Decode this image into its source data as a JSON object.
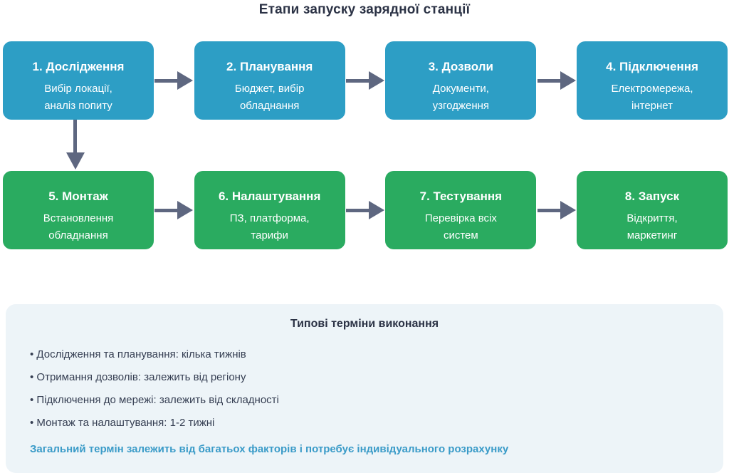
{
  "page": {
    "title": "Етапи запуску зарядної станції"
  },
  "flow": {
    "rows": [
      {
        "steps": [
          {
            "title": "1. Дослідження",
            "subtitle": "Вибір локації,\nаналіз попиту"
          },
          {
            "title": "2. Планування",
            "subtitle": "Бюджет, вибір\nобладнання"
          },
          {
            "title": "3. Дозволи",
            "subtitle": "Документи,\nузгодження"
          },
          {
            "title": "4. Підключення",
            "subtitle": "Електромережа,\nінтернет"
          }
        ]
      },
      {
        "steps": [
          {
            "title": "5. Монтаж",
            "subtitle": "Встановлення\nобладнання"
          },
          {
            "title": "6. Налаштування",
            "subtitle": "ПЗ, платформа,\nтарифи"
          },
          {
            "title": "7. Тестування",
            "subtitle": "Перевірка всіх\nсистем"
          },
          {
            "title": "8. Запуск",
            "subtitle": "Відкриття,\nмаркетинг"
          }
        ]
      }
    ]
  },
  "timeline_panel": {
    "title": "Типові терміни виконання",
    "bullets": [
      "Дослідження та планування: кілька тижнів",
      "Отримання дозволів: залежить від регіону",
      "Підключення до мережі: залежить від складності",
      "Монтаж та налаштування: 1-2 тижні"
    ],
    "note": "Загальний термін залежить від багатьох факторів і потребує індивідуального розрахунку"
  },
  "colors": {
    "stage_blue": "#2d9ec5",
    "stage_green": "#2aab60",
    "arrow": "#5e6780",
    "panel_bg": "#edf4f8",
    "heading_text": "#2b3245",
    "body_text": "#353e52",
    "note_text": "#3a9bc8"
  }
}
